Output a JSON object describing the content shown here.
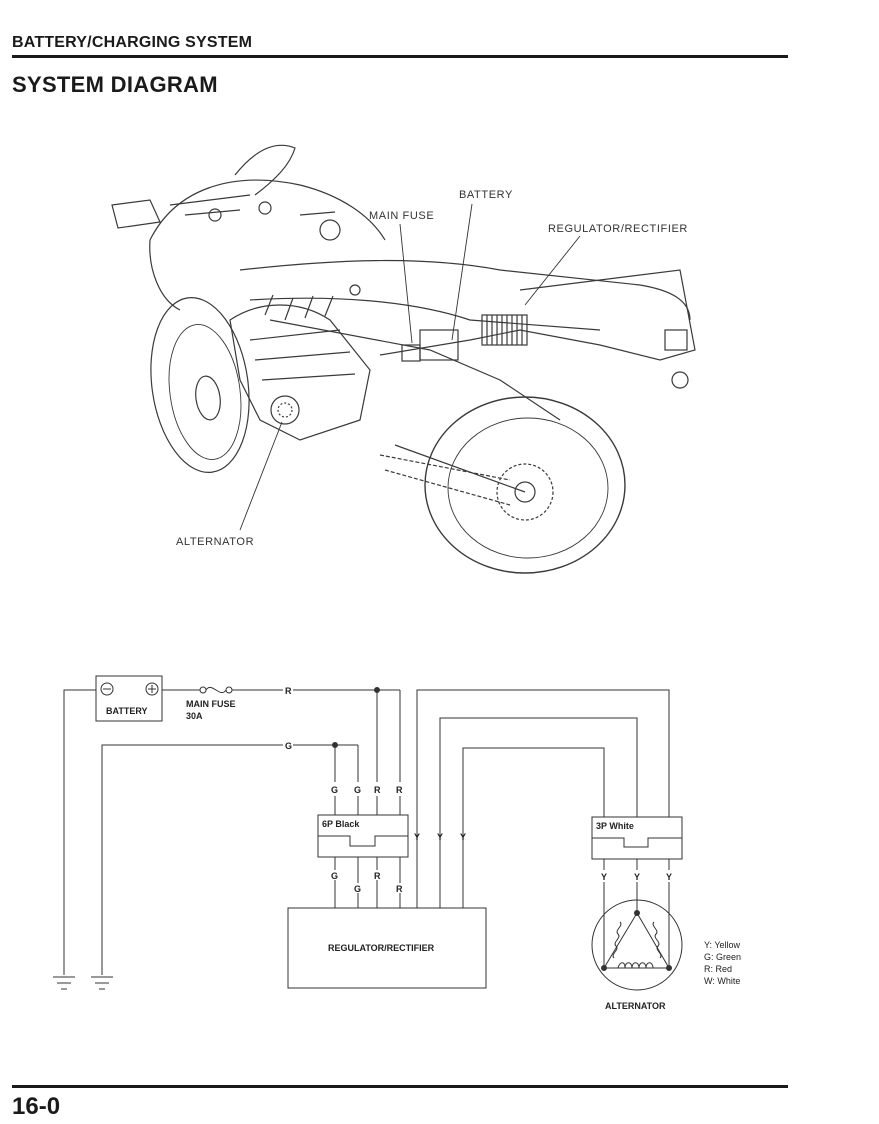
{
  "header": {
    "section_title": "BATTERY/CHARGING SYSTEM"
  },
  "page_title": "SYSTEM DIAGRAM",
  "illustration": {
    "labels": {
      "battery": "BATTERY",
      "main_fuse": "MAIN FUSE",
      "regulator_rectifier": "REGULATOR/RECTIFIER",
      "alternator": "ALTERNATOR"
    }
  },
  "wiring": {
    "battery_label": "BATTERY",
    "fuse_label": "MAIN FUSE",
    "fuse_rating": "30A",
    "connector_6p": "6P Black",
    "connector_3p": "3P White",
    "regulator_label": "REGULATOR/RECTIFIER",
    "alternator_label": "ALTERNATOR",
    "wire_codes": {
      "red": "R",
      "green": "G",
      "yellow": "Y"
    },
    "legend": [
      "Y: Yellow",
      "G: Green",
      "R: Red",
      "W: White"
    ]
  },
  "footer": {
    "page_number": "16-0"
  }
}
